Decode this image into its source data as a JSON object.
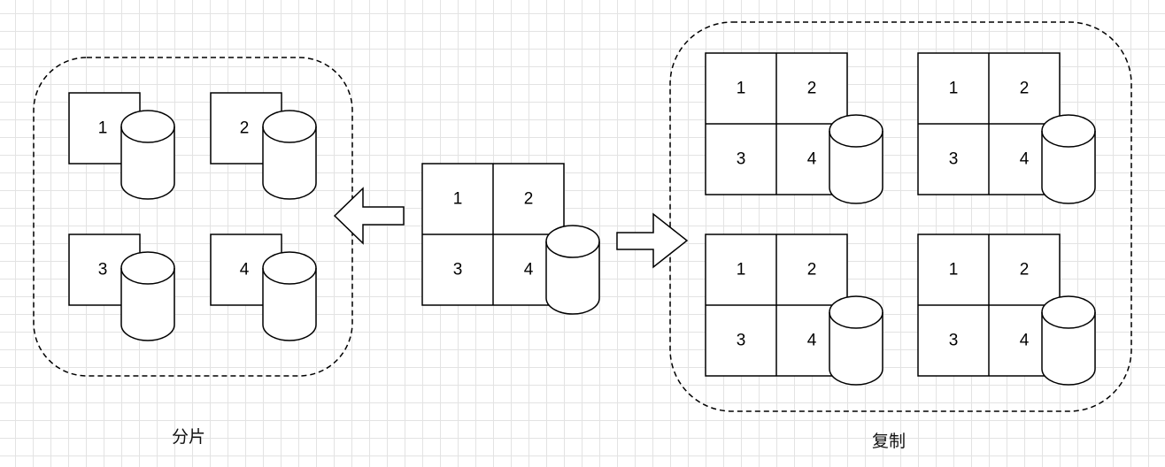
{
  "sharding": {
    "label": "分片",
    "shards": [
      "1",
      "2",
      "3",
      "4"
    ]
  },
  "source": {
    "cells": [
      "1",
      "2",
      "3",
      "4"
    ]
  },
  "replication": {
    "label": "复制",
    "replicas": [
      {
        "cells": [
          "1",
          "2",
          "3",
          "4"
        ]
      },
      {
        "cells": [
          "1",
          "2",
          "3",
          "4"
        ]
      },
      {
        "cells": [
          "1",
          "2",
          "3",
          "4"
        ]
      },
      {
        "cells": [
          "1",
          "2",
          "3",
          "4"
        ]
      }
    ]
  },
  "colors": {
    "stroke": "#000000",
    "fill": "#ffffff",
    "grid": "#e3e3e3"
  }
}
